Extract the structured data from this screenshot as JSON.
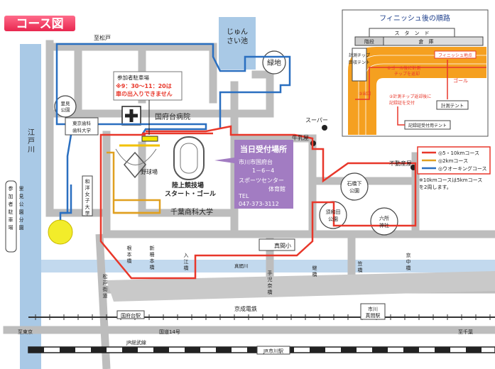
{
  "title": "コース図",
  "places": {
    "to_matsudo": "至松戸",
    "junsai_line1": "じゅん",
    "junsai_line2": "さい池",
    "ryokuchi": "緑地",
    "satomi_park": "里見\n公園",
    "tokyo_dental": "東京歯科\n歯科大学",
    "hospital": "国府台病院",
    "super": "スーパー",
    "gyunyuya": "牛乳屋",
    "fudosanya": "不動産屋",
    "ishikibashi_park": "石橋下\n公園",
    "sugawada_park": "須和田\n公園",
    "rokusho_shrine": "六所\n神社",
    "edogawa": "江戸川",
    "wayo_univ": "和洋女子大学",
    "yakyujo": "野球場",
    "stadium_line1": "陸上競技場",
    "stadium_line2": "スタート・ゴール",
    "chiba_univ": "千葉商科大学",
    "satomi_parking": "里見公園分園\n（参加者駐車場）",
    "nemotobashi": "根\n本\n橋",
    "shinsakubashi": "新\n柵\n本\n橋",
    "irie_bashi": "入\n江\n橋",
    "mamanoshita": "真間川",
    "mama_elem": "真間小",
    "tekona_bashi": "手\n児\n奈\n橋",
    "tsugibashi": "継\n橋",
    "kasuga_bashi": "笠\n橋",
    "kyochu_bashi": "京\n中\n橋",
    "matsudo_kaido": "松\n戸\n街\n道",
    "keisei_line": "京成電鉄",
    "konodai_station": "国府台駅",
    "ichikawa_mama_station": "市川\n真間駅",
    "route14": "国道14号",
    "to_tokyo": "至東京",
    "to_chiba": "至千葉",
    "jr_line": "JR総武線",
    "jr_ichikawa_station": "JR市川駅"
  },
  "parking_note": {
    "title": "参加者駐車場",
    "warning": "※9：30～11：20は\n車の出入りできません"
  },
  "reception": {
    "title": "当日受付場所",
    "address": "市川市国府台\n1－6－4",
    "venue": "スポーツセンター\n体育館",
    "tel_label": "TEL",
    "tel": "047-373-3112"
  },
  "legend": {
    "items": [
      {
        "color": "#e8372a",
        "label": "◎5・10kmコース"
      },
      {
        "color": "#e0a020",
        "label": "◎2kmコース"
      },
      {
        "color": "#2a6fc0",
        "label": "◎ウオーキングコース"
      }
    ],
    "note": "※10kmコースは5kmコース\nを2周します。"
  },
  "finish_inset": {
    "title": "フィニッシュ後の順路",
    "stand": "ス　タ　ン　ド",
    "warehouse": "倉　庫",
    "stairs": "階段",
    "finish_point": "フィニッシュ地点",
    "goal": "ゴール",
    "tent_recover": "計測チップ\n回収テント",
    "step1": "①ゴール後に計測\nチップを返却",
    "step2": "②計測チップ返却後に\n記録証を交付",
    "step3": "③出口",
    "measure_tent": "計測テント",
    "certificate_tent": "記録証受付用テント"
  }
}
